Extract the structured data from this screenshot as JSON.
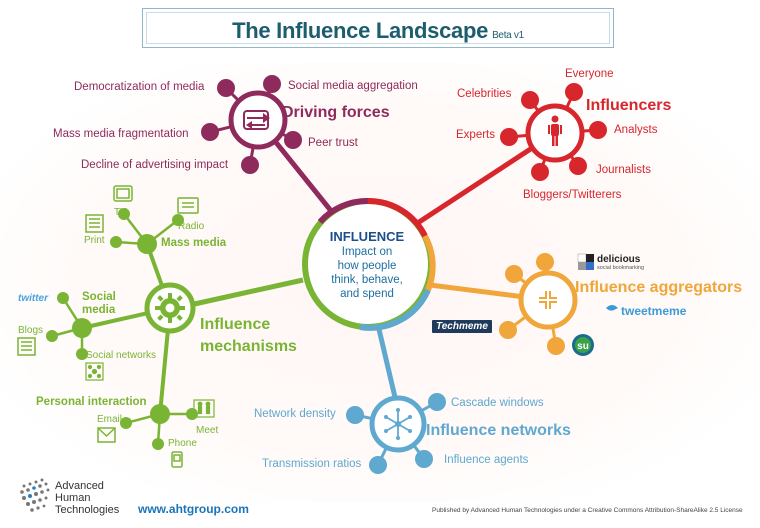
{
  "title": {
    "main": "The Influence Landscape",
    "beta": "Beta v1"
  },
  "center": {
    "heading": "INFLUENCE",
    "line1": "Impact on",
    "line2": "how people",
    "line3": "think, behave,",
    "line4": "and spend"
  },
  "driving_forces": {
    "label": "Driving forces",
    "items": [
      "Democratization of media",
      "Social media aggregation",
      "Mass media fragmentation",
      "Peer trust",
      "Decline of advertising impact"
    ]
  },
  "influencers": {
    "label": "Influencers",
    "items": [
      "Everyone",
      "Celebrities",
      "Experts",
      "Analysts",
      "Journalists",
      "Bloggers/Twitterers"
    ]
  },
  "aggregators": {
    "label": "Influence aggregators",
    "brands": [
      "delicious",
      "social bookmarking",
      "tweetmeme",
      "Techmeme"
    ]
  },
  "networks": {
    "label": "Influence networks",
    "items": [
      "Network density",
      "Cascade windows",
      "Transmission ratios",
      "Influence agents"
    ]
  },
  "mechanisms": {
    "label_line1": "Influence",
    "label_line2": "mechanisms",
    "mass_media": {
      "label": "Mass media",
      "items": [
        "TV",
        "Radio",
        "Print"
      ]
    },
    "social_media": {
      "label_line1": "Social",
      "label_line2": "media",
      "items": [
        "twitter",
        "Blogs",
        "Social networks"
      ]
    },
    "personal": {
      "label": "Personal interaction",
      "items": [
        "Email",
        "Meet",
        "Phone"
      ]
    }
  },
  "footer": {
    "company_line1": "Advanced",
    "company_line2": "Human",
    "company_line3": "Technologies",
    "url": "www.ahtgroup.com",
    "license": "Published by Advanced Human Technologies under a Creative Commons Attribution-ShareAlike 2.5 License"
  },
  "colors": {
    "driving": "#8e2a5c",
    "influencers": "#d8262d",
    "mechanisms": "#7ab434",
    "aggregators": "#f0a63b",
    "networks": "#5fa8cf",
    "title": "#1d5d6e"
  }
}
